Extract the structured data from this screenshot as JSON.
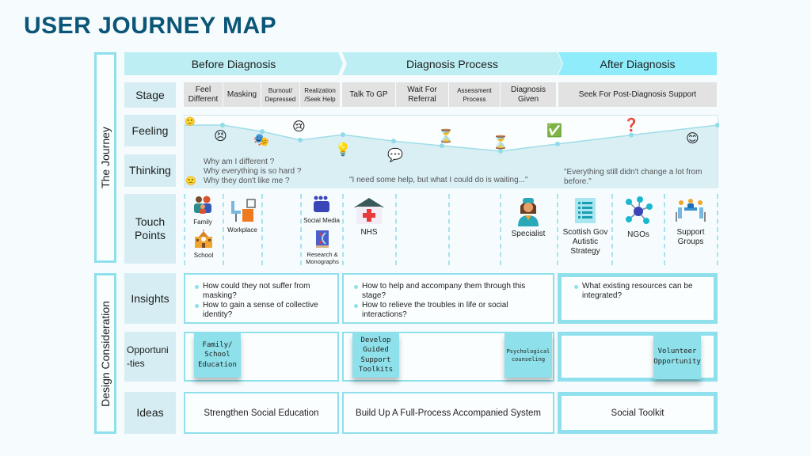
{
  "title": "USER JOURNEY MAP",
  "sections": {
    "journey": "The Journey",
    "design": "Design Consideration"
  },
  "row_labels": {
    "stage": "Stage",
    "feeling": "Feeling",
    "thinking": "Thinking",
    "touch_points": "Touch Points",
    "insights": "Insights",
    "opportunities": "Opportuni -ties",
    "ideas": "Ideas"
  },
  "phases": [
    {
      "label": "Before Diagnosis",
      "color": "#bdeef3"
    },
    {
      "label": "Diagnosis Process",
      "color": "#bdeef3"
    },
    {
      "label": "After Diagnosis",
      "color": "#8eecfb"
    }
  ],
  "stages": [
    "Feel Different",
    "Masking",
    "Burnout/ Depressed",
    "Realization /Seek Help",
    "Talk To GP",
    "Wait For Referral",
    "Assessment Process",
    "Diagnosis Given",
    "Seek For Post-Diagnosis Support"
  ],
  "feeling_curve": {
    "emotion_levels": [
      1.0,
      1.0,
      0.82,
      0.58,
      0.73,
      0.55,
      0.42,
      0.27,
      0.47,
      0.72,
      1.0
    ],
    "emojis": [
      "😕",
      "😣",
      "🎭",
      "😢",
      "💡",
      "💬",
      "⏳",
      "⏳",
      "✅",
      "❓",
      "😊"
    ],
    "scale_top_icon": "🙂",
    "scale_bottom_icon": "🙁"
  },
  "thinking": {
    "before": [
      "Why am I different ?",
      "Why everything is so hard ?",
      "Why they don't like me ?"
    ],
    "process": "\"I need some help, but what I could do is waiting...\"",
    "after": "\"Everything still didn't change a lot from before.\""
  },
  "touch_points": [
    {
      "label": "Family",
      "icon": "family-icon"
    },
    {
      "label": "School",
      "icon": "school-icon"
    },
    {
      "label": "Workplace",
      "icon": "workplace-icon"
    },
    {
      "label": "Social Media",
      "icon": "social-media-icon"
    },
    {
      "label": "Research & Monographs",
      "icon": "research-book-icon"
    },
    {
      "label": "NHS",
      "icon": "hospital-icon"
    },
    {
      "label": "Specialist",
      "icon": "doctor-icon"
    },
    {
      "label": "Scottish Gov Autistic Strategy",
      "icon": "document-list-icon"
    },
    {
      "label": "NGOs",
      "icon": "network-icon"
    },
    {
      "label": "Support Groups",
      "icon": "meeting-icon"
    }
  ],
  "insights": {
    "before": [
      "How could they not suffer from masking?",
      "How to gain a sense of collective identity?"
    ],
    "process": [
      "How to help and accompany them through this stage?",
      "How to relieve the troubles in life or social interactions?"
    ],
    "after": [
      "What existing resources can be integrated?"
    ]
  },
  "opportunities": {
    "before": "Family/ School Education",
    "process_1": "Develop Guided Support Toolkits",
    "process_2": "Psychological counseling",
    "after": "Volunteer Opportunity"
  },
  "ideas": {
    "before": "Strengthen Social Education",
    "process": "Build Up A Full-Process Accompanied System",
    "after": "Social Toolkit"
  },
  "colors": {
    "title": "#0b5578",
    "accent": "#8fe0ec",
    "label_bg": "#d6eef3",
    "stage_bg": "#e2e2e2",
    "sticky": "#8ee0ea"
  }
}
